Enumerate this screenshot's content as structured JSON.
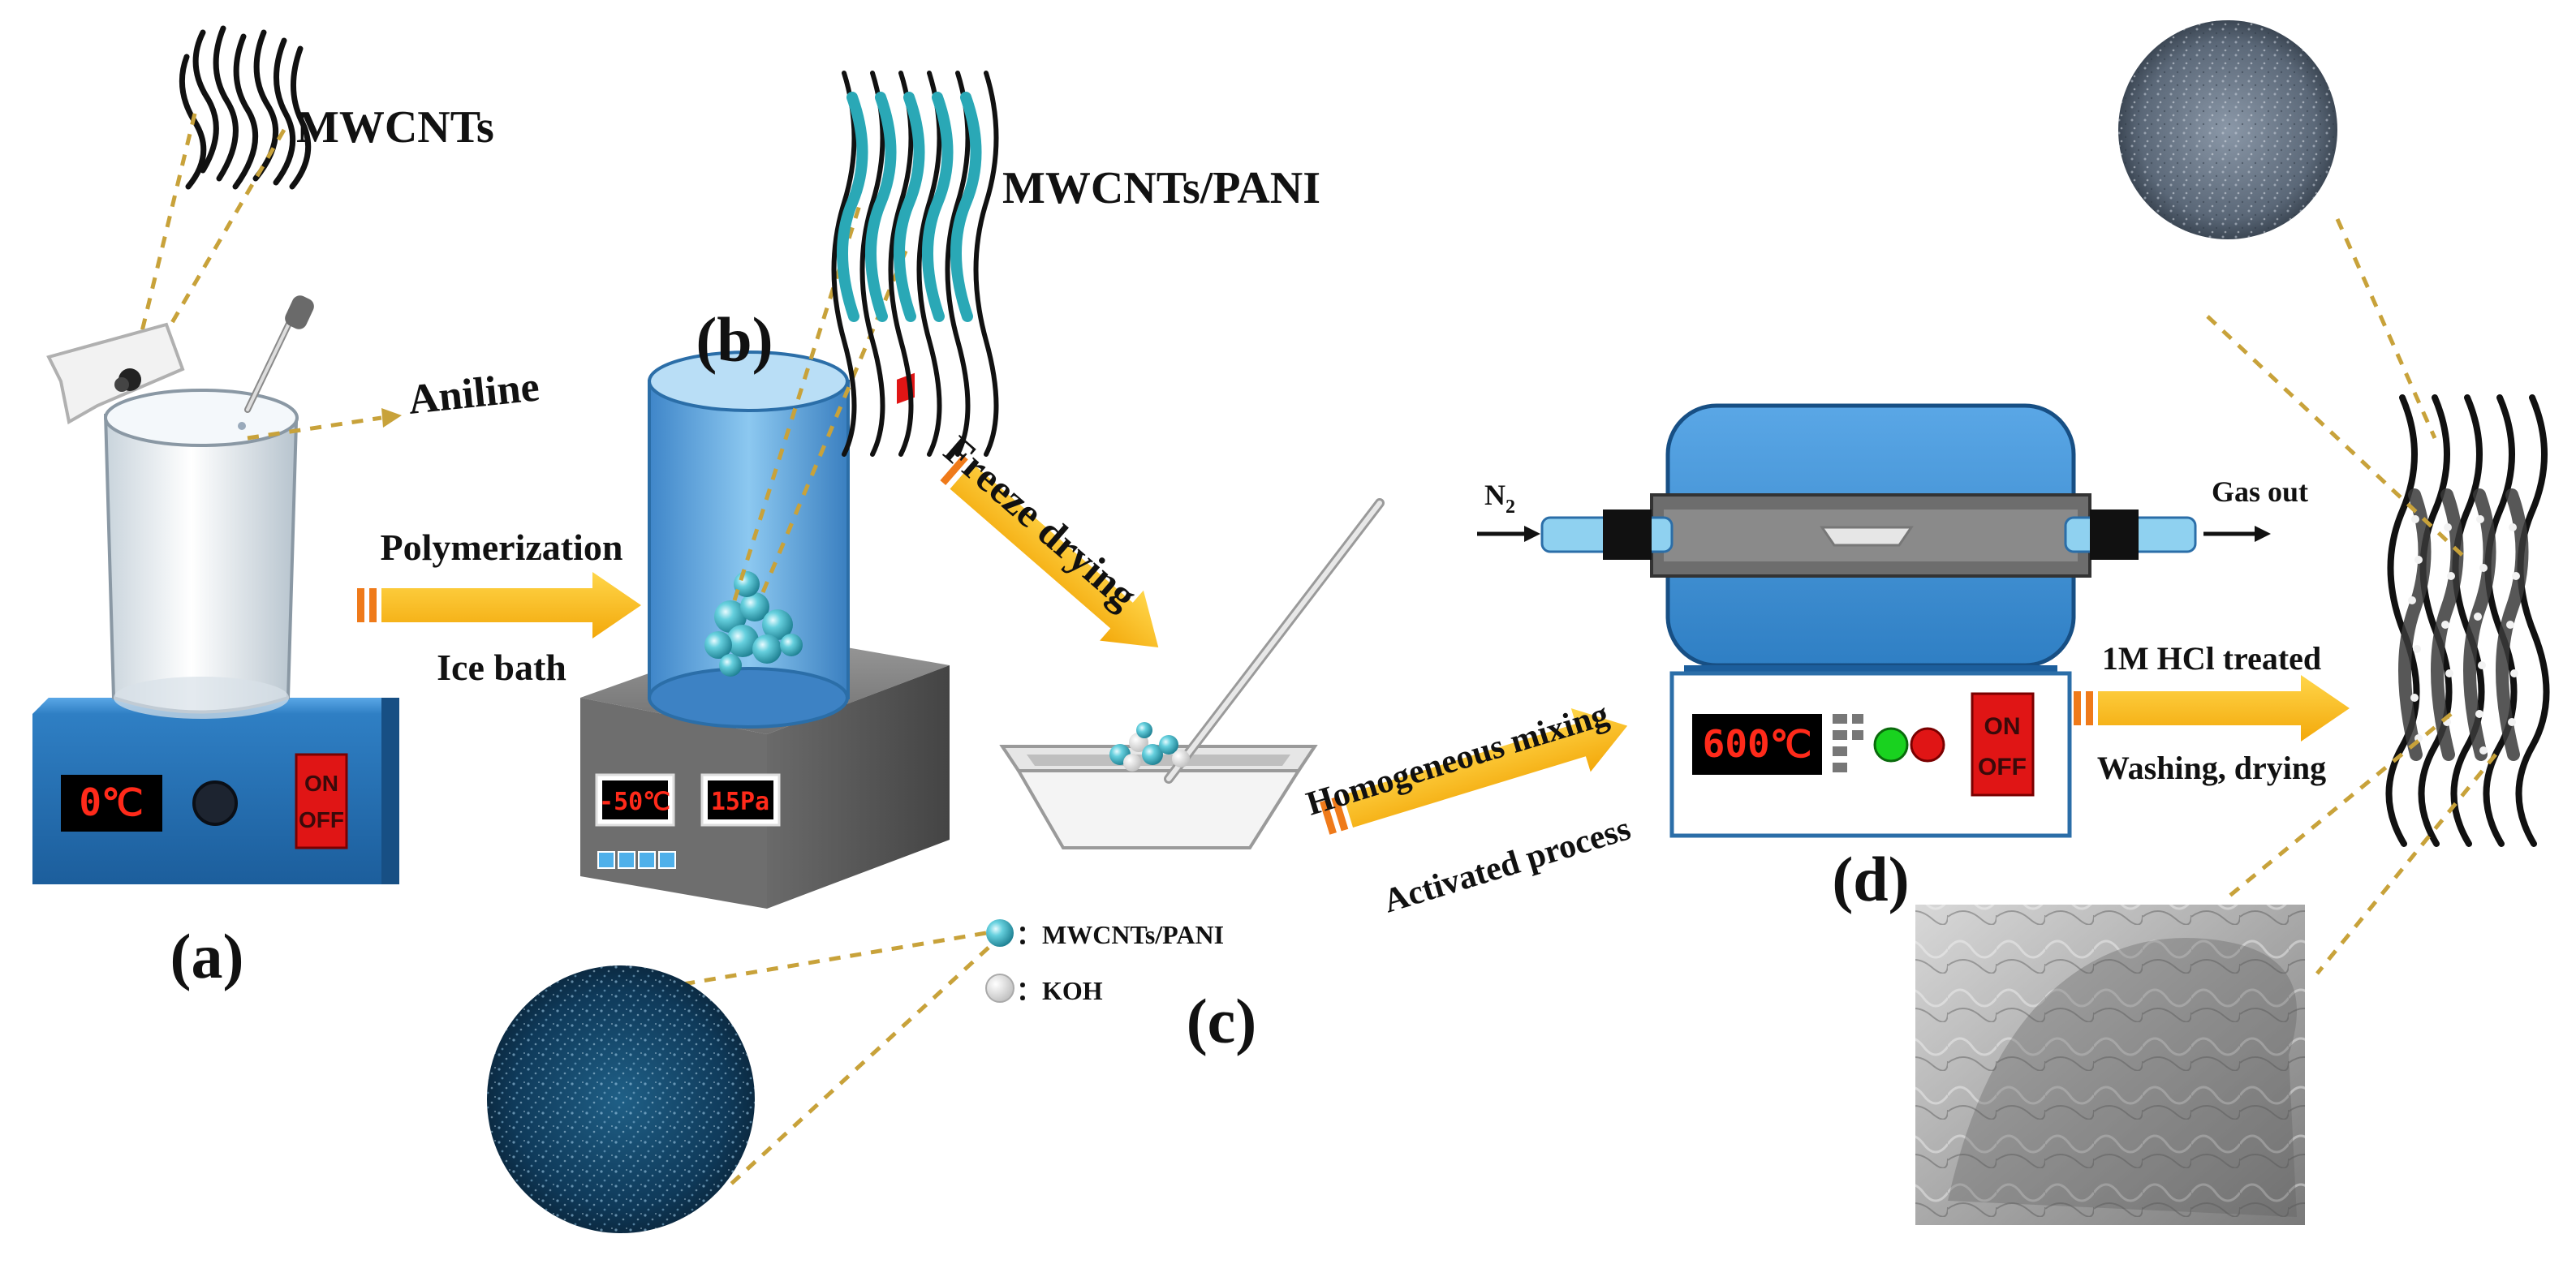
{
  "labels": {
    "mwcnts": "MWCNTs",
    "aniline": "Aniline",
    "polymerization": "Polymerization",
    "ice_bath": "Ice bath",
    "mwcnts_pani": "MWCNTs/PANI",
    "freeze_drying": "Freeze drying",
    "homogeneous_mixing": "Homogeneous mixing",
    "activated_process": "Activated process",
    "n2": "N",
    "n2_sub": "2",
    "gas_out": "Gas out",
    "hcl_treated": "1M HCl treated",
    "washing_drying": "Washing, drying",
    "legend_mwcnts_pani": "：MWCNTs/PANI",
    "legend_koh": "：KOH"
  },
  "panels": {
    "a": "(a)",
    "b": "(b)",
    "c": "(c)",
    "d": "(d)"
  },
  "devices": {
    "stirrer_a_display": "0℃",
    "stirrer_a_on": "ON",
    "stirrer_a_off": "OFF",
    "freezer_display_1": "-50℃",
    "freezer_display_2": "15Pa",
    "furnace_display": "600℃",
    "furnace_on": "ON",
    "furnace_off": "OFF"
  },
  "colors": {
    "device_blue": "#2f7fc4",
    "arrow_yellow": "#ffc21a",
    "dashed_line": "#c8a23a",
    "bead_teal": "#4ec3d2",
    "lcd_red": "#ff2a1a"
  }
}
